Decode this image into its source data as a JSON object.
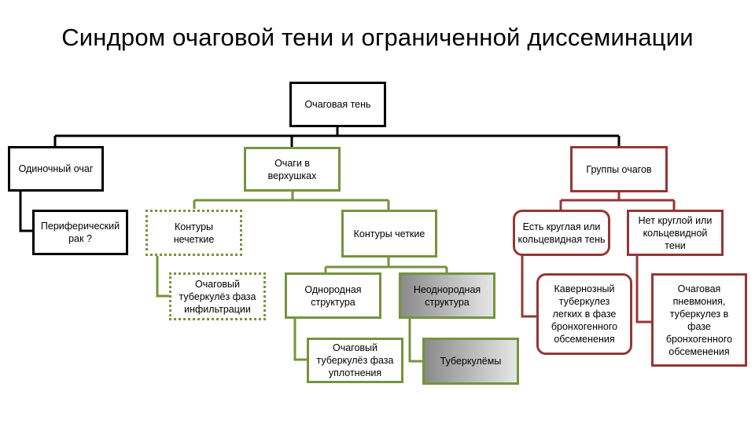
{
  "title": "Синдром очаговой тени и ограниченной диссеминации",
  "colors": {
    "root_branch": "#000000",
    "apex_branch": "#77933c",
    "groups_branch": "#953735",
    "gray_fill": "#a6a6a6"
  },
  "nodes": {
    "root": "Очаговая тень",
    "single": "Одиночный очаг",
    "peripheral_cancer": "Периферический рак ?",
    "apex": "Очаги в верхушках",
    "unclear_contours": "Контуры нечеткие",
    "infiltration_tb": "Очаговый туберкулёз фаза инфильтрации",
    "clear_contours": "Контуры четкие",
    "homogeneous": "Однородная структура",
    "heterogeneous": "Неоднородная структура",
    "compaction_tb": "Очаговый туберкулёз фаза уплотнения",
    "tuberculomas": "Туберкулёмы",
    "groups": "Группы очагов",
    "round_shadow": "Есть круглая или кольцевидная тень",
    "no_round_shadow": "Нет круглой или кольцевидной тени",
    "cavernous_tb": "Кавернозный туберкулез легких в фазе бронхогенного обсеменения",
    "focal_pneumonia": "Очаговая пневмония, туберкулез в фазе бронхогенного обсеменения"
  }
}
